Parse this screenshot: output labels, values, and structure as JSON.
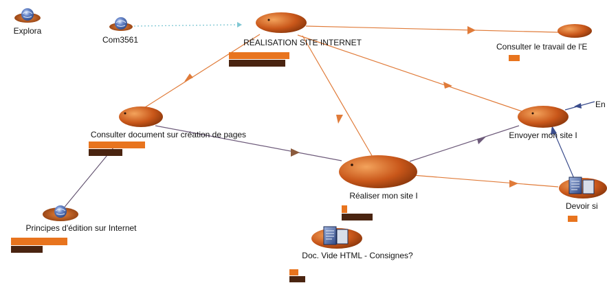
{
  "colors": {
    "orange": "#E8741E",
    "dark_brown": "#4A2410",
    "node_orange": "#C9571A",
    "node_highlight": "#F3A35C",
    "link_orange": "#E07B39",
    "link_purple": "#6D5A7A",
    "link_navy": "#3A4C8C",
    "link_dotted": "#7FC7D3",
    "text": "#111111",
    "globe_blue": "#4B68A8"
  },
  "nodes": [
    {
      "id": "explora",
      "label": "Explora",
      "kind": "globe-icon"
    },
    {
      "id": "com3561",
      "label": "Com3561",
      "kind": "globe-icon"
    },
    {
      "id": "realisation",
      "label": "RÉALISATION SITE INTERNET",
      "kind": "ellipse",
      "bar_orange": 0.86,
      "bar_dark": 0.8
    },
    {
      "id": "consulter-travail",
      "label": "Consulter le travail de l'E",
      "kind": "ellipse",
      "bar_orange": 0.16
    },
    {
      "id": "consulter-document",
      "label": "Consulter document sur création de pages",
      "kind": "ellipse",
      "bar_orange": 0.84,
      "bar_dark": 0.5
    },
    {
      "id": "envoyer",
      "label": "Envoyer mon site I",
      "kind": "ellipse"
    },
    {
      "id": "realiser",
      "label": "Réaliser mon site I",
      "kind": "ellipse",
      "bar_orange": 0.08,
      "bar_dark": 0.44
    },
    {
      "id": "devoir",
      "label": "Devoir si",
      "kind": "document-icon",
      "bar_orange": 0.16
    },
    {
      "id": "principes",
      "label": "Principes d'édition sur Internet",
      "kind": "globe-icon",
      "bar_orange": 0.82,
      "bar_dark": 0.46
    },
    {
      "id": "doc-vide",
      "label": "Doc. Vide HTML - Consignes?",
      "kind": "document-icon",
      "bar_orange": 0.16,
      "bar_dark": 0.28
    },
    {
      "id": "en-partial",
      "label": "En",
      "kind": "text"
    }
  ],
  "links": [
    {
      "from": "com3561",
      "to": "realisation",
      "style": "dotted"
    },
    {
      "from": "realisation",
      "to": "consulter-travail",
      "style": "orange"
    },
    {
      "from": "realisation",
      "to": "consulter-document",
      "style": "orange"
    },
    {
      "from": "realisation",
      "to": "realiser",
      "style": "orange"
    },
    {
      "from": "realisation",
      "to": "envoyer",
      "style": "orange"
    },
    {
      "from": "consulter-document",
      "to": "realiser",
      "style": "purple"
    },
    {
      "from": "consulter-document",
      "to": "principes",
      "style": "purple"
    },
    {
      "from": "realiser",
      "to": "envoyer",
      "style": "purple"
    },
    {
      "from": "realiser",
      "to": "devoir",
      "style": "orange"
    },
    {
      "from": "devoir",
      "to": "envoyer",
      "style": "navy"
    },
    {
      "from": "en-partial",
      "to": "envoyer",
      "style": "navy"
    }
  ]
}
